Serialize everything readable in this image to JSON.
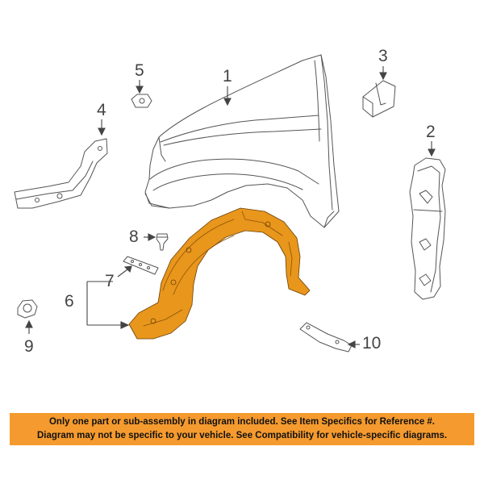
{
  "callouts": {
    "p1": "1",
    "p2": "2",
    "p3": "3",
    "p4": "4",
    "p5": "5",
    "p6": "6",
    "p7": "7",
    "p8": "8",
    "p9": "9",
    "p10": "10"
  },
  "disclaimer": {
    "line1": "Only one part or sub-assembly in diagram included. See Item Specifics for Reference #.",
    "line2": "Diagram may not be specific to your vehicle. See Compatibility for vehicle-specific diagrams."
  },
  "colors": {
    "highlight_part": "#e8961c",
    "banner": "#f59a2e",
    "line_art": "#555555"
  }
}
